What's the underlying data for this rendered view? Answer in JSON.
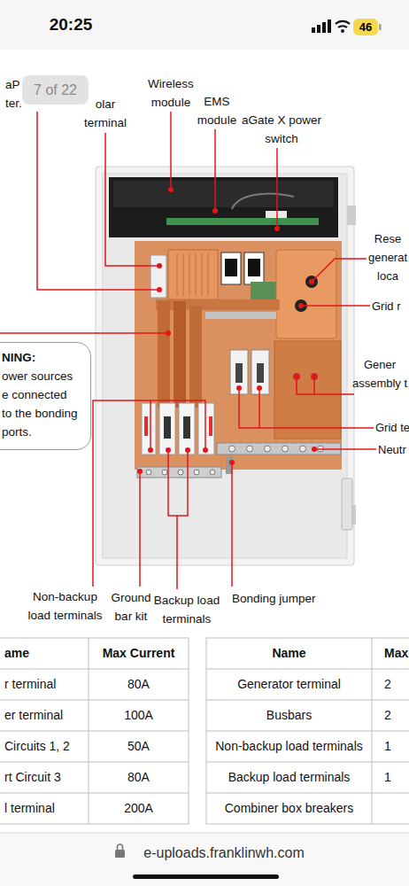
{
  "diagram": {
    "nodes": [
      {
        "text": [
          "46"
        ]
      },
      {
        "text": [
          "7 of 22"
        ]
      },
      {
        "text": [
          "NING:",
          "ower sources e connected to the bonding ports."
        ]
      }
    ],
    "labels": [
      "20:25",
      "aP ter.",
      "olar terminal",
      "Wireless module",
      "EMS module",
      "aGate X power switch",
      "Rese generat loca",
      "Grid r",
      "Gener assembly t",
      "Grid te",
      "Neutr",
      "Non-backup load terminals",
      "Ground bar kit",
      "Backup load terminals",
      "Bonding jumper",
      "ame",
      "Max Current",
      "r terminal",
      "80A",
      "er terminal",
      "100A",
      "Circuits 1, 2",
      "50A",
      "rt Circuit 3",
      "80A",
      "l terminal",
      "200A",
      "Name",
      "Max",
      "Generator terminal",
      "2",
      "Busbars",
      "2",
      "Non-backup load terminals",
      "1",
      "Backup load terminals",
      "1",
      "Combiner box breakers",
      "e-uploads.franklinwh.com"
    ]
  }
}
